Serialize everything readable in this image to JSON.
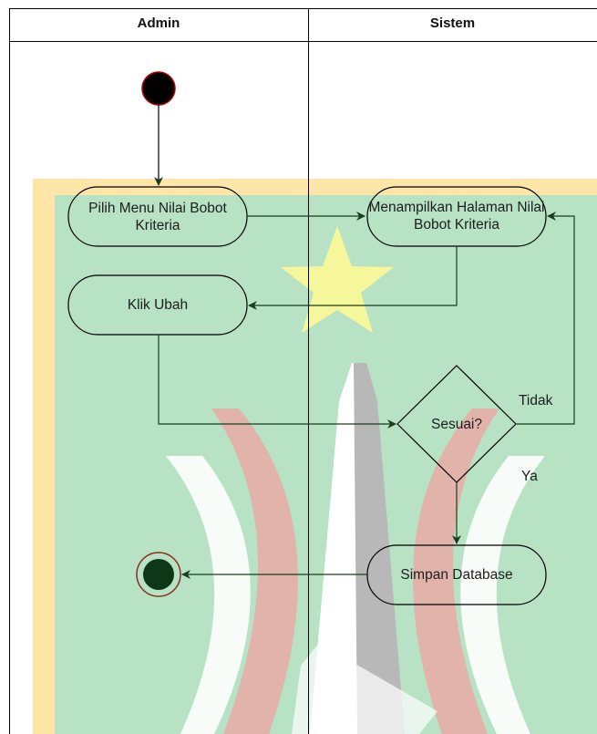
{
  "swimlanes": [
    {
      "title": "Admin"
    },
    {
      "title": "Sistem"
    }
  ],
  "nodes": {
    "pilih_menu": {
      "label": "Pilih Menu Nilai Bobot Kriteria"
    },
    "menampilkan": {
      "label": "Menampilkan Halaman Nilai Bobot Kriteria"
    },
    "klik_ubah": {
      "label": "Klik Ubah"
    },
    "sesuai": {
      "label": "Sesuai?"
    },
    "simpan": {
      "label": "Simpan Database"
    }
  },
  "edge_labels": {
    "tidak": "Tidak",
    "ya": "Ya"
  },
  "colors": {
    "watermark_bg": "#b7e2c3",
    "watermark_border": "#fde6a8",
    "star": "#f6f79a",
    "pink": "#eaaaa6",
    "grey": "#b8b8b8",
    "start": "#000000",
    "end": "#0d3818",
    "line": "#000000",
    "arrow": "#1a3d1f"
  },
  "icons": {
    "watermark": "university-logo-watermark",
    "start": "initial-node-icon",
    "end": "final-node-icon"
  }
}
